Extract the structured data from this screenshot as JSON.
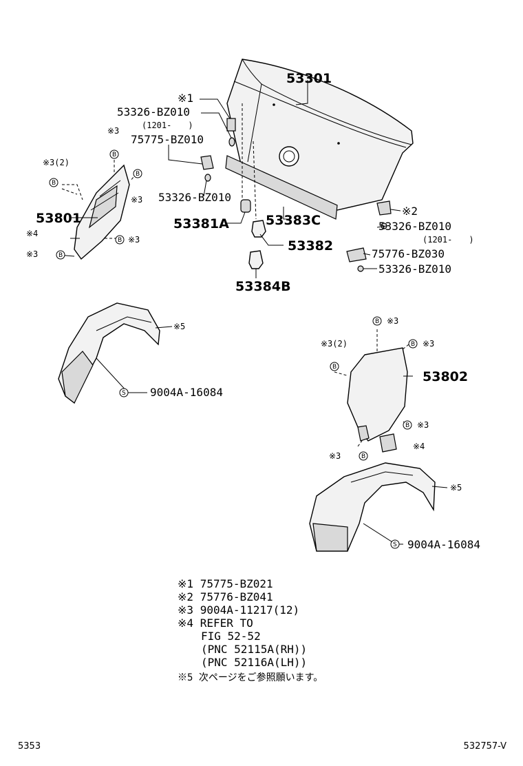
{
  "labels": {
    "p53301": "53301",
    "mark1": "※1",
    "p53326a": "53326-BZ010",
    "p53326a_date": "(1201-　　)",
    "p75775": "75775-BZ010",
    "p53326b": "53326-BZ010",
    "p53381a": "53381A",
    "p53383c": "53383C",
    "p53382": "53382",
    "p53384b": "53384B",
    "mark2": "※2",
    "p53326c": "53326-BZ010",
    "p53326c_date": "(1201-　　)",
    "p75776": "75776-BZ030",
    "p53326d": "53326-BZ010",
    "p53801": "53801",
    "p53802": "53802",
    "mark3": "※3",
    "mark3_2": "※3(2)",
    "mark4": "※4",
    "mark5": "※5",
    "p9004a_left": "9004A-16084",
    "p9004a_right": "9004A-16084",
    "b": "B",
    "s": "S"
  },
  "notes": [
    {
      "mark": "※1",
      "text": "75775-BZ021"
    },
    {
      "mark": "※2",
      "text": "75776-BZ041"
    },
    {
      "mark": "※3",
      "text": "9004A-11217(12)"
    },
    {
      "mark": "※4",
      "text": "REFER TO"
    },
    {
      "mark": "",
      "text": "FIG 52-52"
    },
    {
      "mark": "",
      "text": "(PNC 52115A(RH))"
    },
    {
      "mark": "",
      "text": "(PNC 52116A(LH))"
    },
    {
      "mark": "※5",
      "text": "次ページをご参照願います。"
    }
  ],
  "footer": {
    "left": "5353",
    "right": "532757-V"
  }
}
